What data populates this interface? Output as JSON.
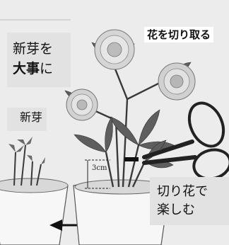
{
  "labels": {
    "cut_flowers_title": "花を切り取る",
    "new_buds_care_line1": "新芽を",
    "new_buds_care_line2_bold": "大事",
    "new_buds_care_line2_rest": "に",
    "new_buds": "新芽",
    "cut_flower_enjoy_line1": "切り花で",
    "cut_flower_enjoy_line2": "楽しむ",
    "measurement": "3cm"
  },
  "colors": {
    "background": "#ececec",
    "ink": "#111111",
    "scissors": "#222222"
  }
}
